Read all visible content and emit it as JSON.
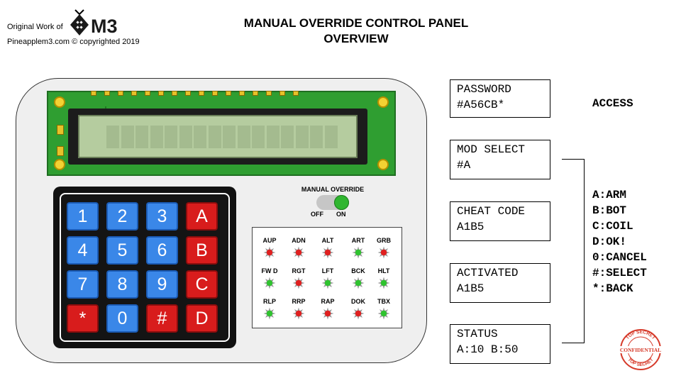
{
  "header": {
    "credit_prefix": "Original Work of",
    "credit_copyright": "Pineapplem3.com © copyrighted 2019",
    "logo_text": "M3",
    "title_line1": "MANUAL OVERRIDE CONTROL PANEL",
    "title_line2": "OVERVIEW"
  },
  "keypad": {
    "keys": [
      {
        "label": "1",
        "color": "blue"
      },
      {
        "label": "2",
        "color": "blue"
      },
      {
        "label": "3",
        "color": "blue"
      },
      {
        "label": "A",
        "color": "red"
      },
      {
        "label": "4",
        "color": "blue"
      },
      {
        "label": "5",
        "color": "blue"
      },
      {
        "label": "6",
        "color": "blue"
      },
      {
        "label": "B",
        "color": "red"
      },
      {
        "label": "7",
        "color": "blue"
      },
      {
        "label": "8",
        "color": "blue"
      },
      {
        "label": "9",
        "color": "blue"
      },
      {
        "label": "C",
        "color": "red"
      },
      {
        "label": "*",
        "color": "red"
      },
      {
        "label": "0",
        "color": "blue"
      },
      {
        "label": "#",
        "color": "red"
      },
      {
        "label": "D",
        "color": "red"
      }
    ]
  },
  "override": {
    "label": "MANUAL OVERRIDE",
    "off_label": "OFF",
    "on_label": "ON",
    "state": "ON"
  },
  "leds": [
    {
      "label": "AUP",
      "color": "red"
    },
    {
      "label": "ADN",
      "color": "red"
    },
    {
      "label": "ALT",
      "color": "red"
    },
    {
      "label": "ART",
      "color": "green"
    },
    {
      "label": "GRB",
      "color": "red"
    },
    {
      "label": "FW D",
      "color": "green"
    },
    {
      "label": "RGT",
      "color": "red"
    },
    {
      "label": "LFT",
      "color": "green"
    },
    {
      "label": "BCK",
      "color": "green"
    },
    {
      "label": "HLT",
      "color": "green"
    },
    {
      "label": "RLP",
      "color": "green"
    },
    {
      "label": "RRP",
      "color": "red"
    },
    {
      "label": "RAP",
      "color": "red"
    },
    {
      "label": "DOK",
      "color": "red"
    },
    {
      "label": "TBX",
      "color": "green"
    }
  ],
  "led_colors": {
    "red": "#e02020",
    "green": "#2fc32f"
  },
  "boxes": [
    {
      "line1": "PASSWORD",
      "line2": "#A56CB*"
    },
    {
      "line1": "MOD SELECT",
      "line2": "#A"
    },
    {
      "line1": "CHEAT CODE",
      "line2": "A1B5"
    },
    {
      "line1": "ACTIVATED",
      "line2": "A1B5"
    },
    {
      "line1": "STATUS",
      "line2": "A:10 B:50"
    }
  ],
  "access_label": "ACCESS",
  "legend": [
    "A:ARM",
    "B:BOT",
    "C:COIL",
    "D:OK!",
    "0:CANCEL",
    "#:SELECT",
    "*:BACK"
  ],
  "stamp": {
    "top_text": "TOP SECRET",
    "center_text": "CONFIDENTIAL",
    "color": "#d63a2a"
  }
}
